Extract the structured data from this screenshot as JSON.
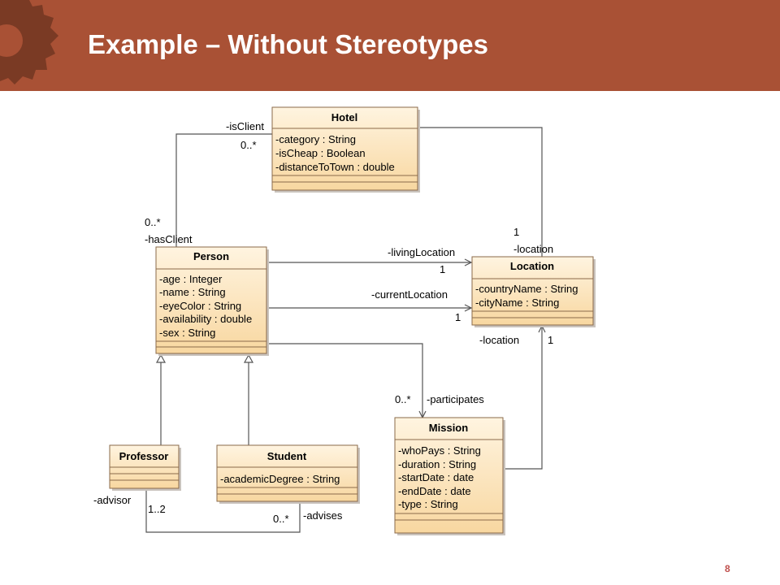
{
  "slide": {
    "title": "Example – Without Stereotypes",
    "page_number": "8"
  },
  "colors": {
    "header": "#a95135",
    "gear": "#7a3a24",
    "class_fill_top": "#fff4e0",
    "class_fill_bottom": "#f8d7a0"
  },
  "classes": {
    "hotel": {
      "name": "Hotel",
      "attributes": [
        "-category : String",
        "-isCheap : Boolean",
        "-distanceToTown : double"
      ]
    },
    "person": {
      "name": "Person",
      "attributes": [
        "-age : Integer",
        "-name : String",
        "-eyeColor : String",
        "-availability : double",
        "-sex : String"
      ]
    },
    "location": {
      "name": "Location",
      "attributes": [
        "-countryName : String",
        "-cityName : String"
      ]
    },
    "professor": {
      "name": "Professor",
      "attributes": []
    },
    "student": {
      "name": "Student",
      "attributes": [
        "-academicDegree : String"
      ]
    },
    "mission": {
      "name": "Mission",
      "attributes": [
        "-whoPays : String",
        "-duration : String",
        "-startDate : date",
        "-endDate : date",
        "-type : String"
      ]
    }
  },
  "labels": {
    "isClient": "-isClient",
    "isClient_mult": "0..*",
    "hasClient_mult": "0..*",
    "hasClient": "-hasClient",
    "hotel_location_mult": "1",
    "hotel_location": "-location",
    "livingLocation": "-livingLocation",
    "livingLocation_mult": "1",
    "currentLocation": "-currentLocation",
    "currentLocation_mult": "1",
    "mission_location": "-location",
    "mission_location_mult": "1",
    "participates_mult": "0..*",
    "participates": "-participates",
    "advisor": "-advisor",
    "advisor_mult": "1..2",
    "advises_mult": "0..*",
    "advises": "-advises"
  }
}
